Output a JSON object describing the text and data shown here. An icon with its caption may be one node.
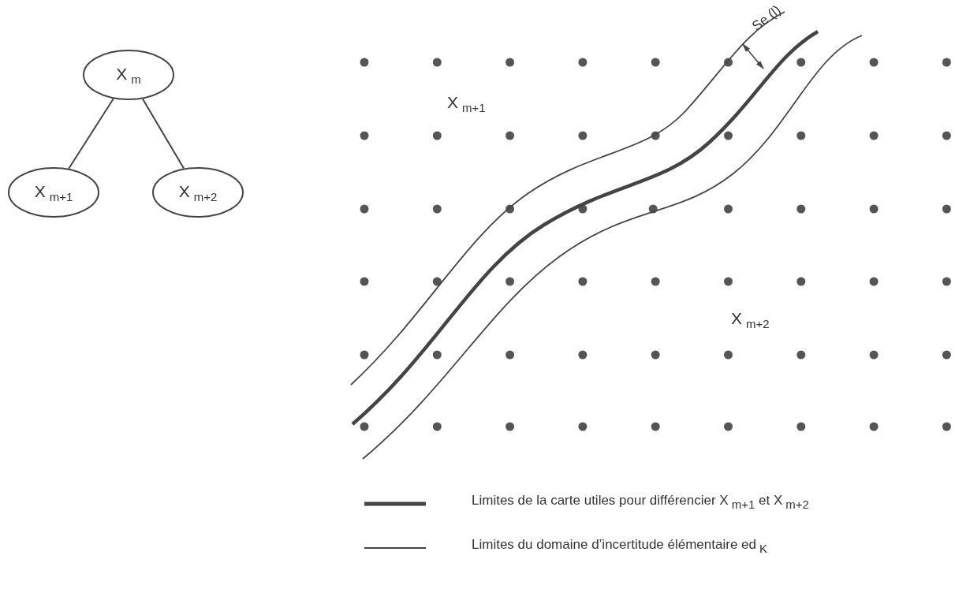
{
  "diagram": {
    "nodes": [
      {
        "text": [
          "X$_{m}$"
        ]
      },
      {
        "text": [
          "X$_{m+1}$"
        ]
      },
      {
        "text": [
          "X$_{m+2}$"
        ]
      }
    ],
    "edges": [
      {
        "from": 0,
        "to": 1,
        "arrow": "none"
      },
      {
        "from": 0,
        "to": 2,
        "arrow": "none"
      }
    ],
    "labels": [
      "X$_{m+1}$",
      "X$_{m+2}$",
      "Se (l)"
    ],
    "legend": [
      {
        "text": "Limites de la carte utiles pour différencier X$_{m+1}$ et X$_{m+2}$"
      },
      {
        "text": "Limites du domaine d’incertitude élémentaire ed$_{K}$"
      }
    ]
  }
}
